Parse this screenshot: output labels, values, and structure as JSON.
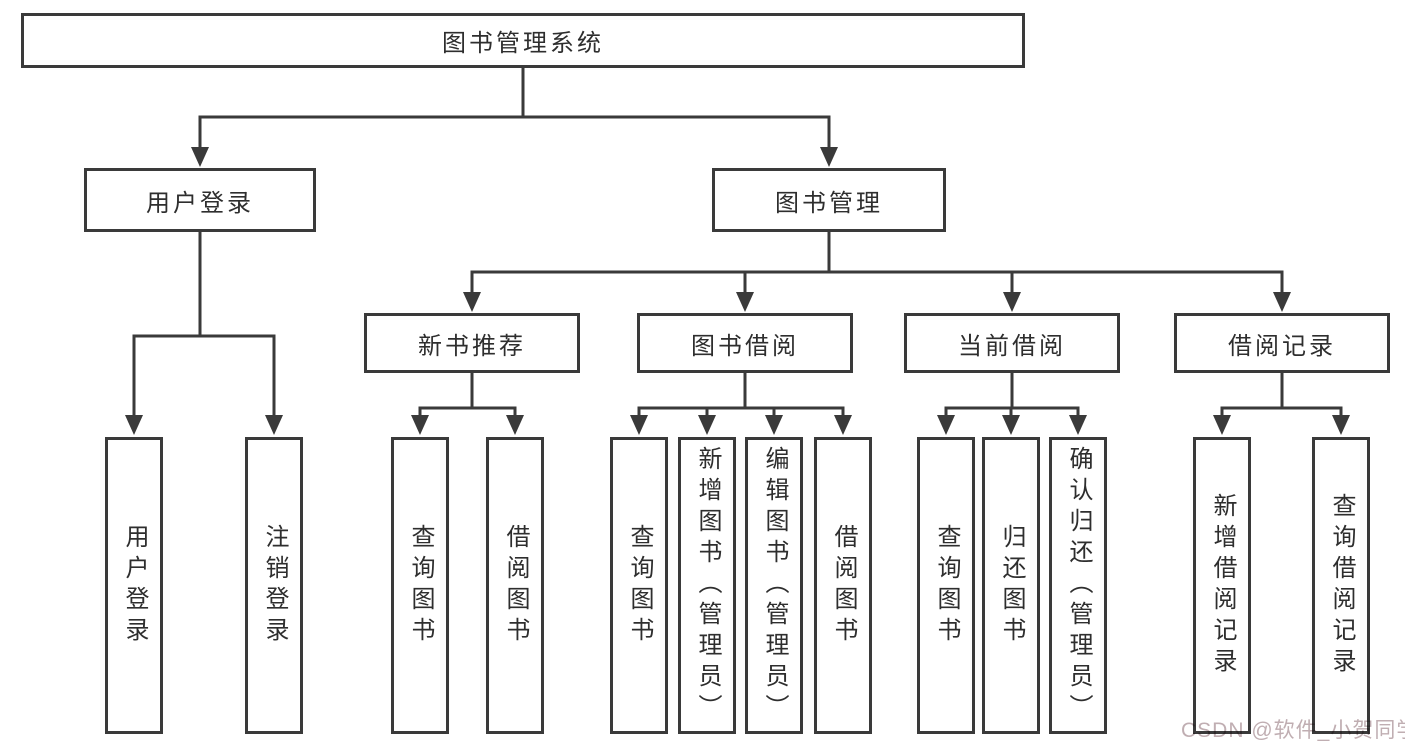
{
  "diagram": {
    "title": "图书管理系统",
    "root": {
      "label": "图书管理系统"
    },
    "level2": [
      {
        "label": "用户登录"
      },
      {
        "label": "图书管理"
      }
    ],
    "level3": [
      {
        "label": "新书推荐",
        "parent": "图书管理"
      },
      {
        "label": "图书借阅",
        "parent": "图书管理"
      },
      {
        "label": "当前借阅",
        "parent": "图书管理"
      },
      {
        "label": "借阅记录",
        "parent": "图书管理"
      }
    ],
    "leaves": [
      {
        "label": "用户登录",
        "parent": "用户登录"
      },
      {
        "label": "注销登录",
        "parent": "用户登录"
      },
      {
        "label": "查询图书",
        "parent": "新书推荐"
      },
      {
        "label": "借阅图书",
        "parent": "新书推荐"
      },
      {
        "label": "查询图书",
        "parent": "图书借阅"
      },
      {
        "label": "新增图书（管理员）",
        "parent": "图书借阅"
      },
      {
        "label": "编辑图书（管理员）",
        "parent": "图书借阅"
      },
      {
        "label": "借阅图书",
        "parent": "图书借阅"
      },
      {
        "label": "查询图书",
        "parent": "当前借阅"
      },
      {
        "label": "归还图书",
        "parent": "当前借阅"
      },
      {
        "label": "确认归还（管理员）",
        "parent": "当前借阅"
      },
      {
        "label": "新增借阅记录",
        "parent": "借阅记录"
      },
      {
        "label": "查询借阅记录",
        "parent": "借阅记录"
      }
    ],
    "colors": {
      "line": "#3a3a3a",
      "text": "#2e2e2e",
      "background": "#ffffff",
      "watermark": "#c0aeb2"
    }
  },
  "watermark": {
    "text": "CSDN @软件_小贺同学"
  }
}
